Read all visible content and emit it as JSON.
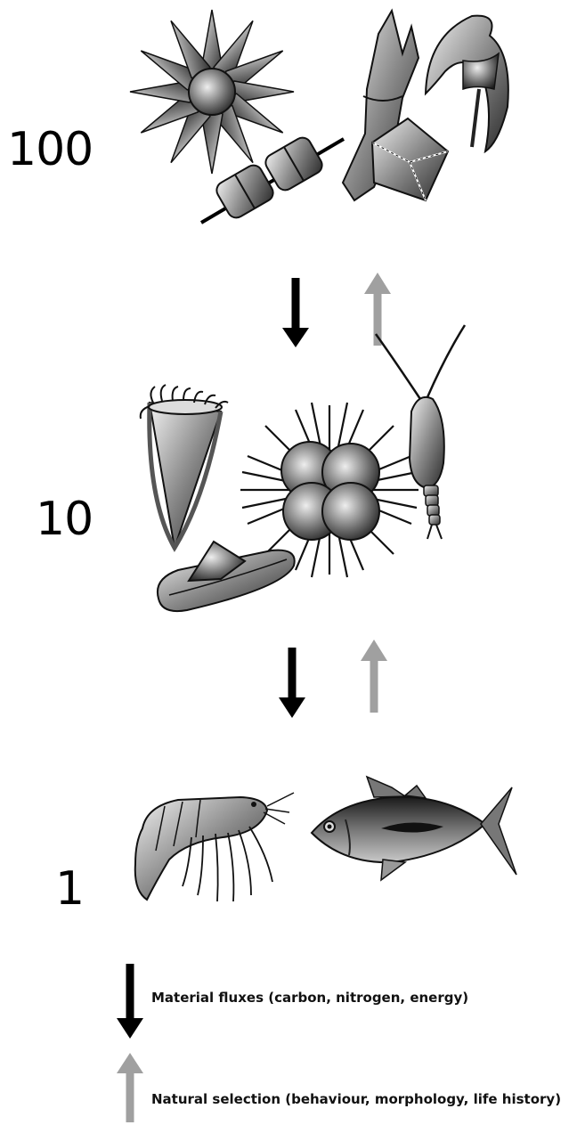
{
  "levels": {
    "top": "100",
    "middle": "10",
    "bottom": "1"
  },
  "legend": {
    "material_fluxes": "Material fluxes (carbon, nitrogen, energy)",
    "natural_selection": "Natural selection (behaviour, morphology, life history)"
  },
  "colors": {
    "material_flux_arrow": "#000000",
    "natural_selection_arrow": "#a0a0a0"
  },
  "organisms": {
    "top_row": [
      "star-diatom-icon",
      "chain-diatom-icon",
      "dinoflagellate-icon",
      "horned-dinoflagellate-icon",
      "tetrahedral-diatom-icon"
    ],
    "middle_row": [
      "tintinnid-icon",
      "radiolarian-icon",
      "copepod-icon",
      "foraminifer-icon"
    ],
    "bottom_row": [
      "shrimp-icon",
      "tuna-icon"
    ]
  }
}
